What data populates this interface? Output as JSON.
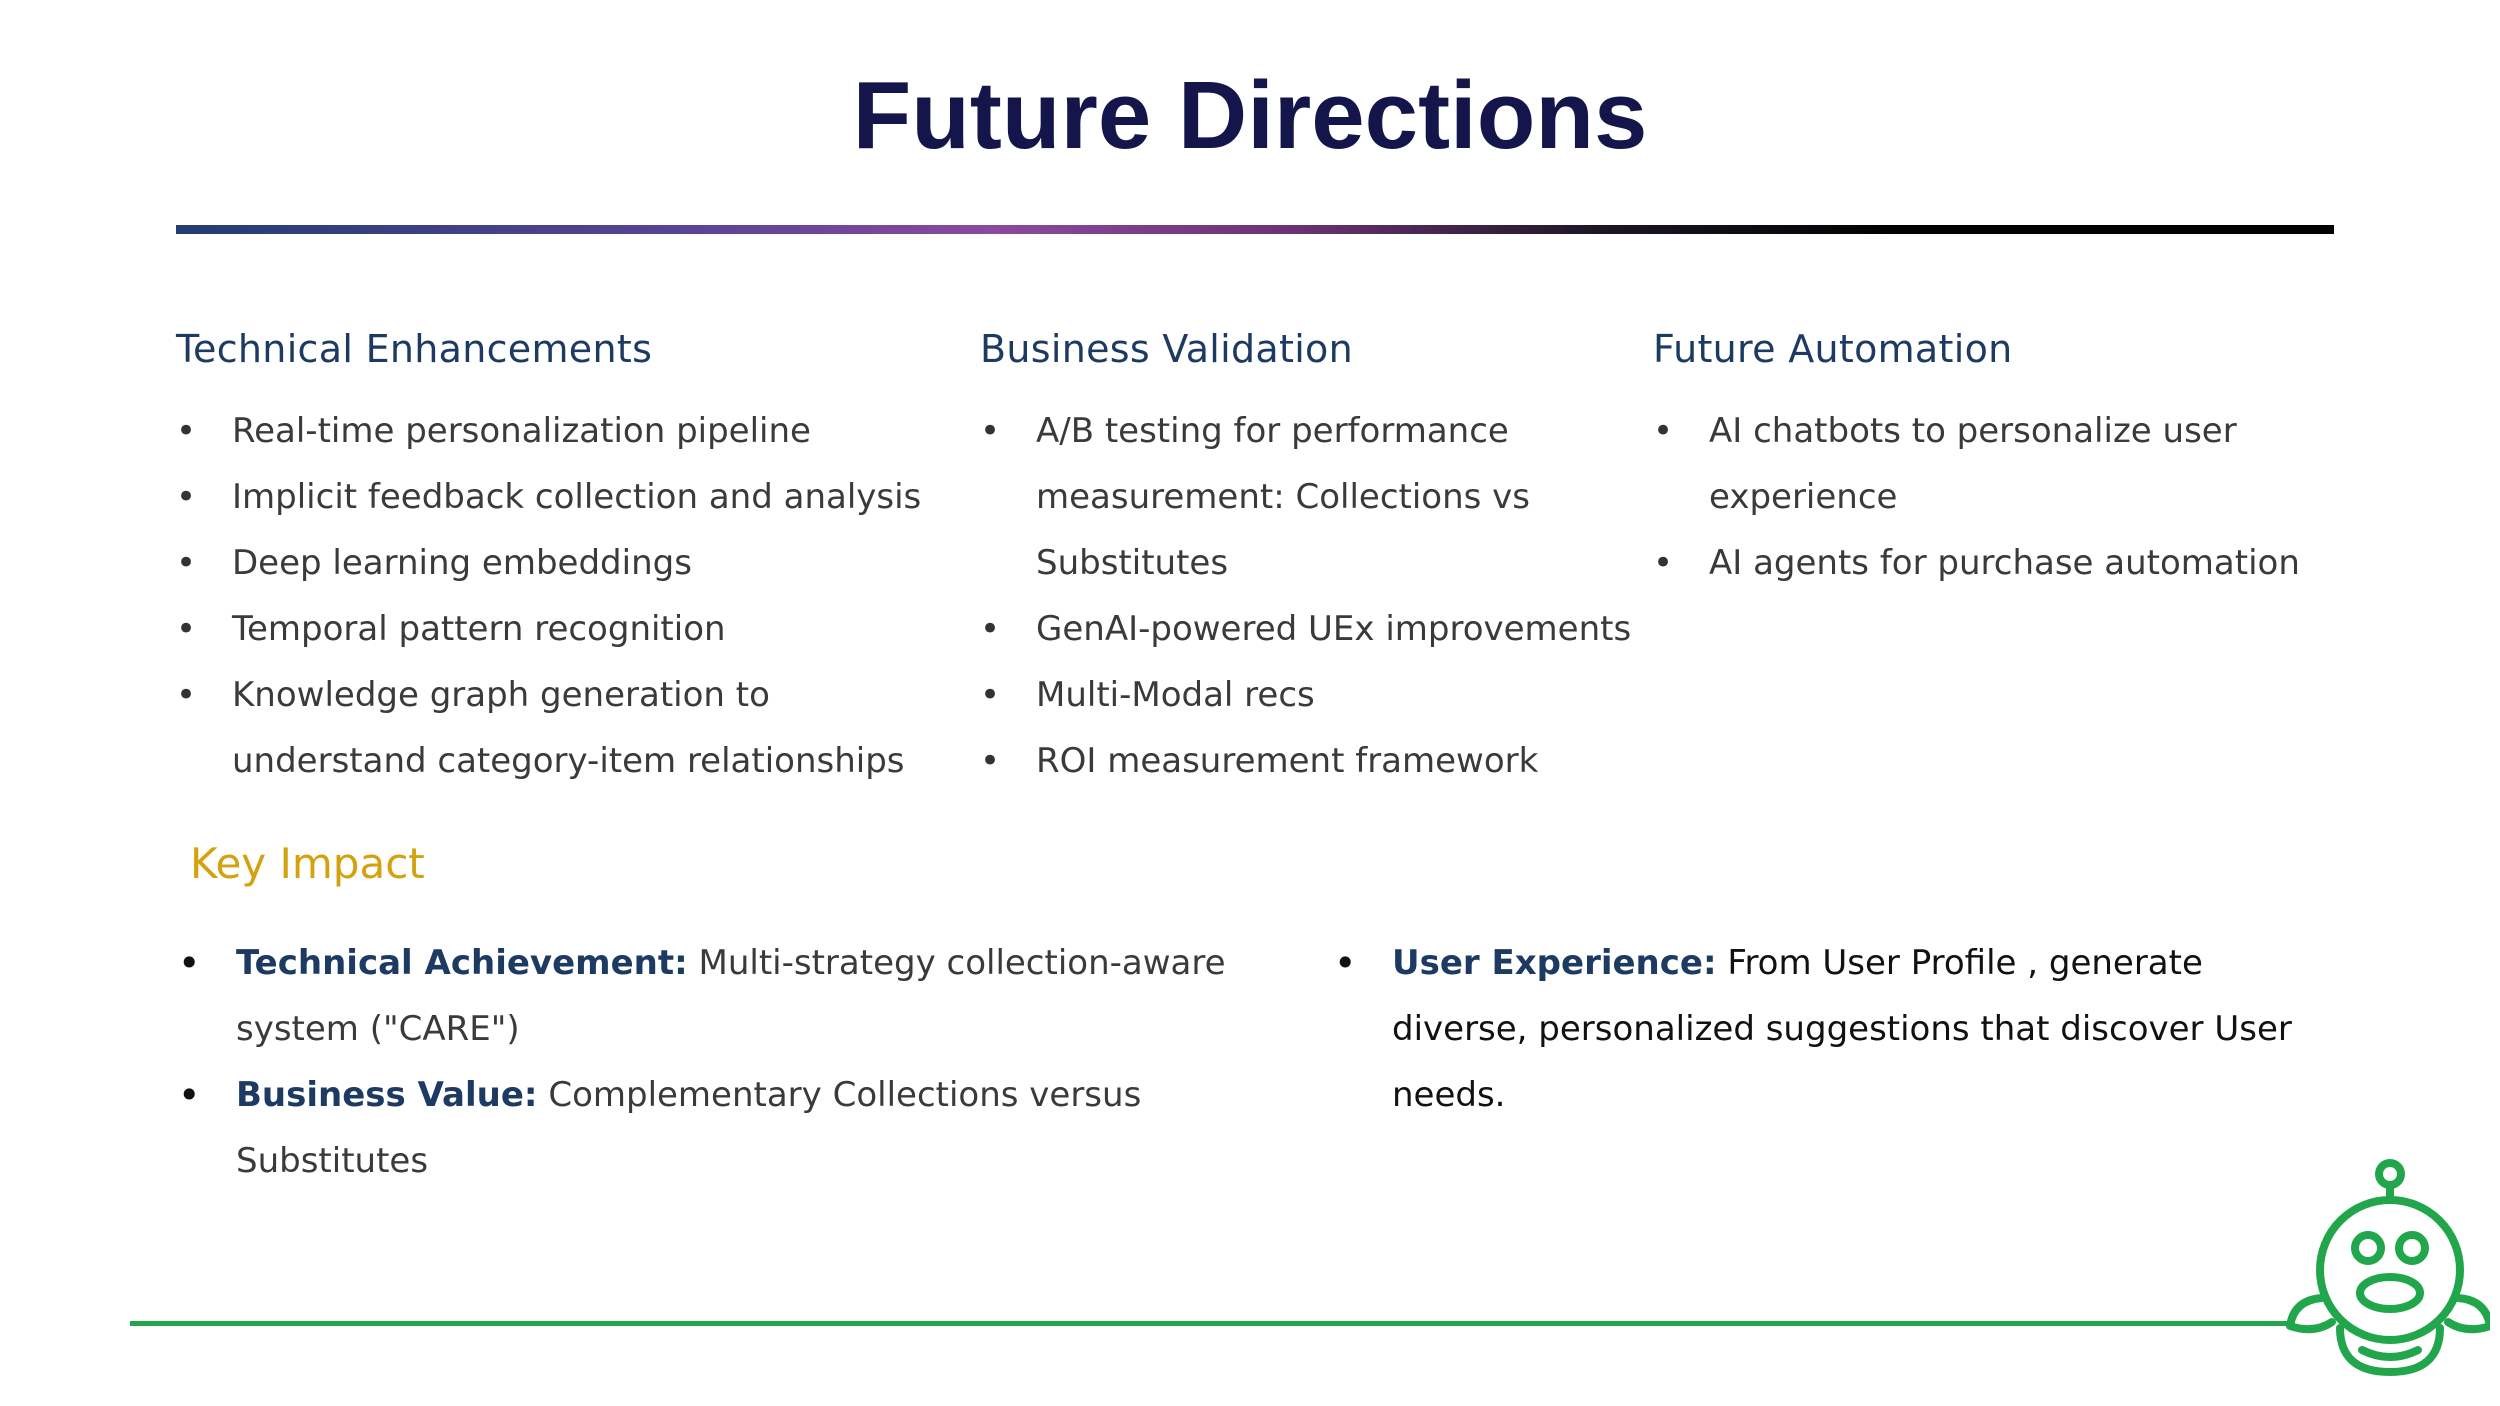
{
  "title": "Future Directions",
  "columns": [
    {
      "heading": "Technical Enhancements",
      "items": [
        "Real-time personalization pipeline",
        "Implicit feedback collection and analysis",
        "Deep learning embeddings",
        "Temporal pattern recognition",
        "Knowledge graph generation to understand category-item relationships"
      ]
    },
    {
      "heading": "Business Validation",
      "items": [
        "A/B testing for performance measurement: Collections vs Substitutes",
        "GenAI-powered UEx improvements",
        "Multi-Modal recs",
        "ROI measurement framework"
      ]
    },
    {
      "heading": "Future Automation",
      "items": [
        "AI chatbots to personalize user experience",
        "AI agents for purchase automation"
      ]
    }
  ],
  "key_impact": {
    "heading": "Key Impact",
    "left": [
      {
        "lead": "Technical Achievement:",
        "text": " Multi-strategy collection-aware system (\"CARE\")"
      },
      {
        "lead": "Business Value:",
        "text": " Complementary Collections versus Substitutes"
      }
    ],
    "right": [
      {
        "lead": "User Experience:",
        "text": " From User Profile , generate diverse, personalized suggestions that discover User needs."
      }
    ]
  },
  "bullet_char": "•",
  "colors": {
    "title": "#14154a",
    "heading": "#1d3b62",
    "key_impact_heading": "#d4a20e",
    "accent_line": "#21a64b",
    "mascot": "#21a64b"
  },
  "mascot_icon": "robot-mascot-icon"
}
